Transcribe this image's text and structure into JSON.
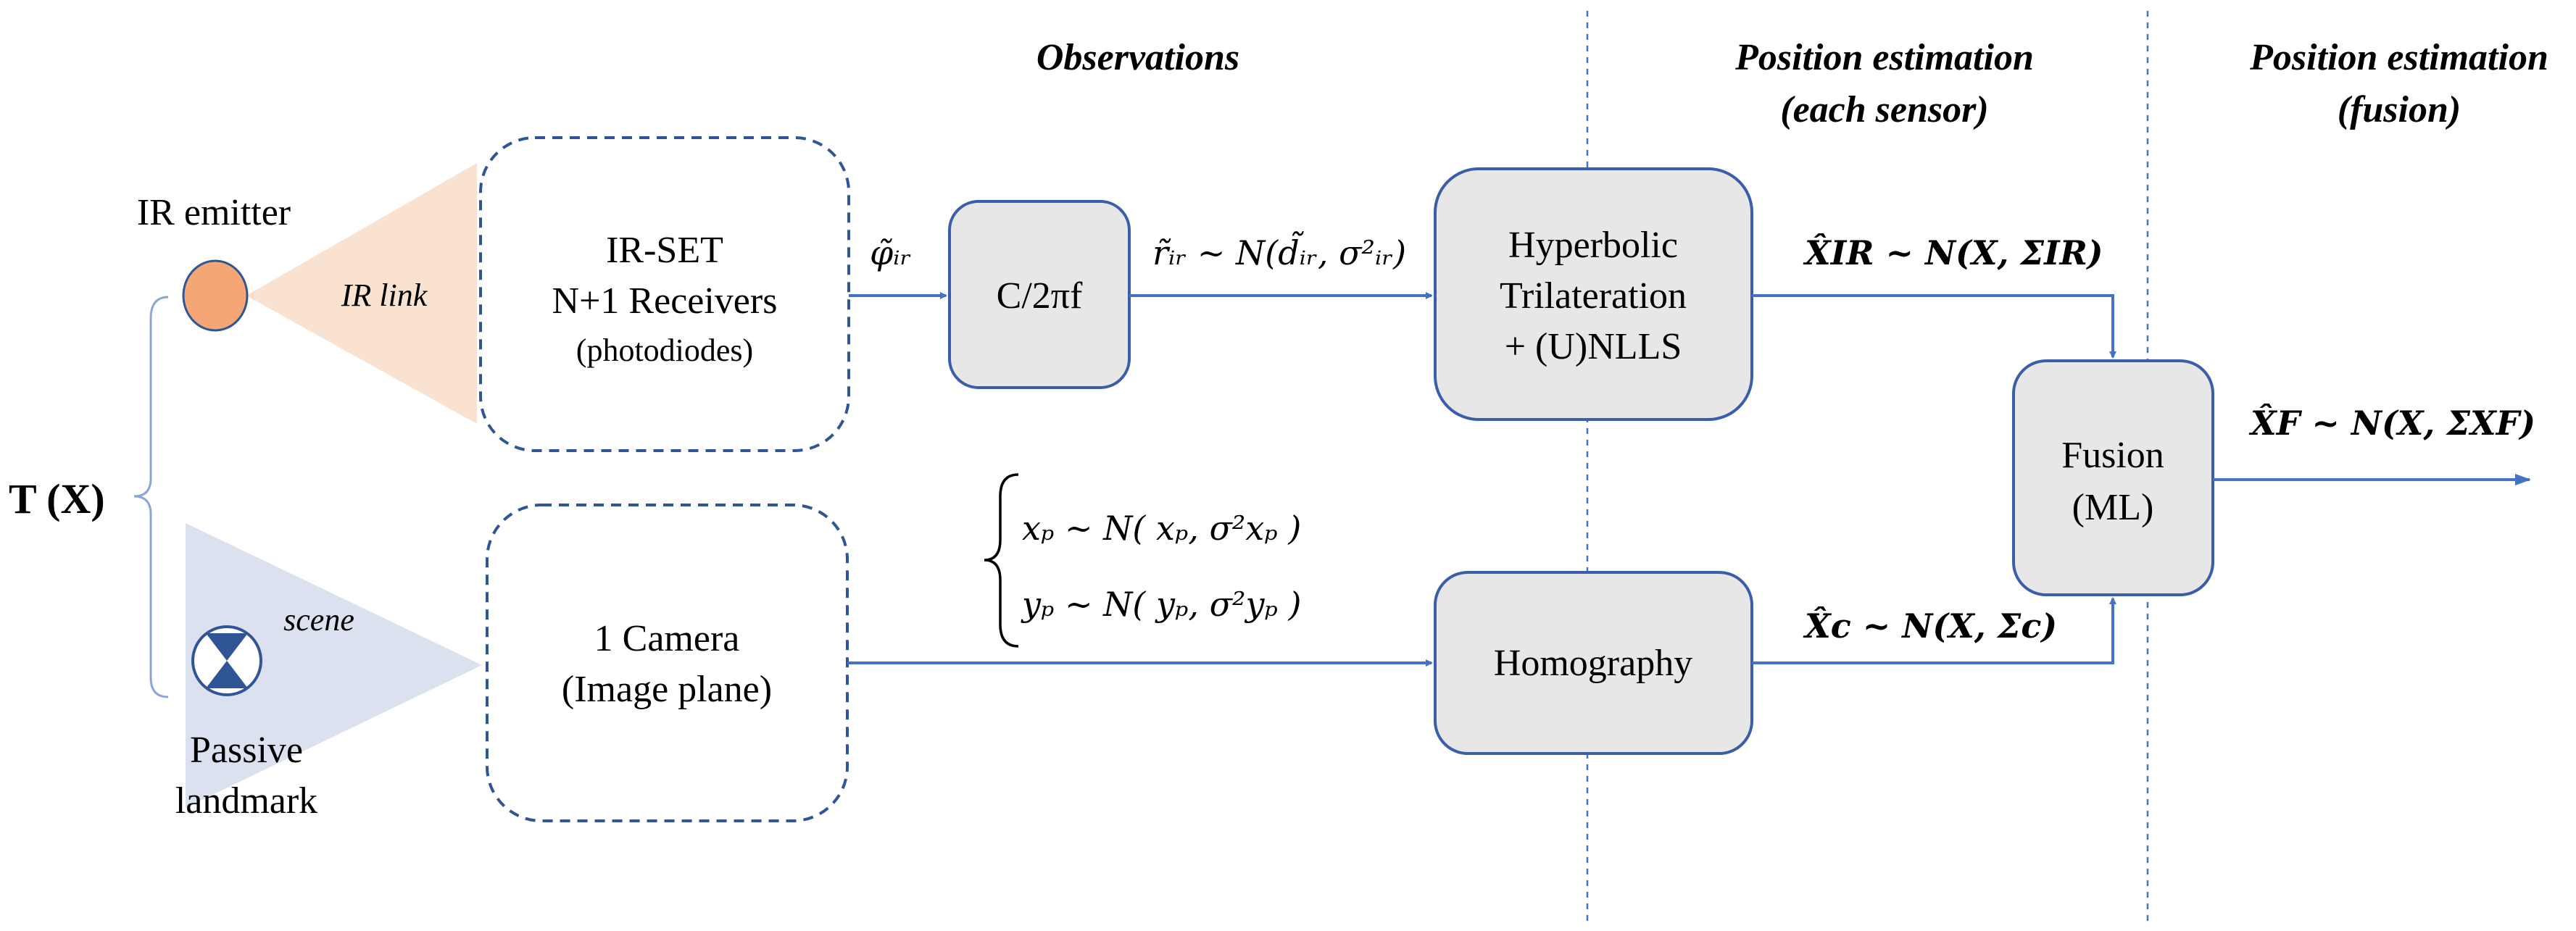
{
  "headers": {
    "observations": "Observations",
    "position_each_line1": "Position estimation",
    "position_each_line2": "(each sensor)",
    "position_fusion_line1": "Position estimation",
    "position_fusion_line2": "(fusion)"
  },
  "left": {
    "target": "T (X)",
    "ir_emitter": "IR emitter",
    "ir_link": "IR link",
    "scene": "scene",
    "passive_line1": "Passive",
    "passive_line2": "landmark"
  },
  "boxes": {
    "irset": {
      "line1": "IR-SET",
      "line2": "N+1 Receivers",
      "line3": "(photodiodes)"
    },
    "camera": {
      "line1": "1 Camera",
      "line2": "(Image plane)"
    },
    "c2pif": {
      "label": "C/2πf"
    },
    "hyperbolic": {
      "line1": "Hyperbolic",
      "line2": "Trilateration",
      "line3": "+ (U)NLLS"
    },
    "homography": {
      "label": "Homography"
    },
    "fusion": {
      "line1": "Fusion",
      "line2": "(ML)"
    }
  },
  "equations": {
    "phi_ir": "φ̃ᵢᵣ",
    "r_ir": "r̃ᵢᵣ ~ N(d̃ᵢᵣ, σ²ᵢᵣ)",
    "xp": "xₚ ~ N( xₚ, σ²xₚ )",
    "yp": "yₚ ~ N( yₚ, σ²yₚ )",
    "x_ir": "X̂IR ~ N(X, ΣIR)",
    "x_c": "X̂c ~ N(X, Σc)",
    "x_f": "X̂F ~ N(X, ΣXF)"
  },
  "colors": {
    "flow": "#4472c4",
    "box_fill": "#e7e7e7",
    "box_stroke": "#3b5ea8",
    "ir_emitter": "#f4a774",
    "ir_beam": "#f9e2d0",
    "scene_beam": "#dbe1ee",
    "landmark": "#2f5597"
  }
}
